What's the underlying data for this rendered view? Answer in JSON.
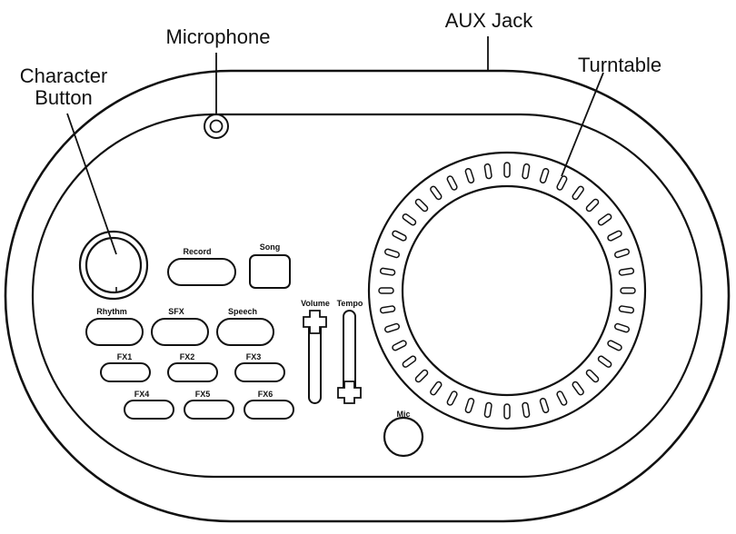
{
  "callouts": {
    "aux_jack": "AUX Jack",
    "microphone": "Microphone",
    "character_button": "Character\nButton",
    "turntable": "Turntable"
  },
  "buttons": {
    "record": "Record",
    "song": "Song",
    "rhythm": "Rhythm",
    "sfx": "SFX",
    "speech": "Speech",
    "fx": [
      "FX1",
      "FX2",
      "FX3",
      "FX4",
      "FX5",
      "FX6"
    ],
    "mic": "Mic"
  },
  "sliders": {
    "volume": "Volume",
    "tempo": "Tempo"
  },
  "turntable": {
    "grip_count": 40
  }
}
